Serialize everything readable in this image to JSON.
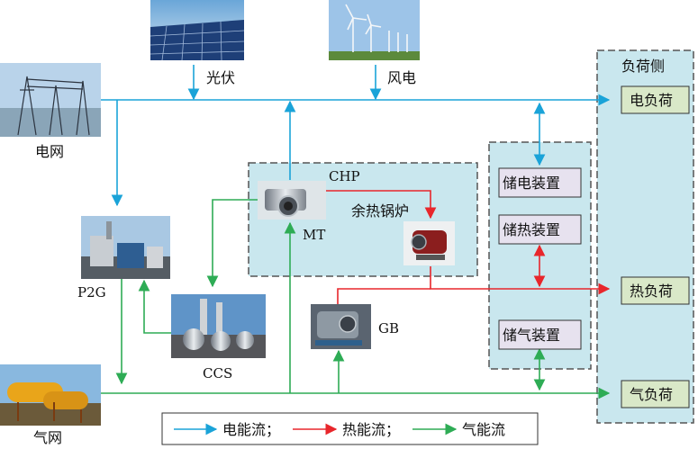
{
  "labels": {
    "pv": "光伏",
    "wind": "风电",
    "grid": "电网",
    "p2g": "P2G",
    "ccs": "CCS",
    "gas_grid": "气网",
    "chp": "CHP",
    "mt": "MT",
    "whb": "余热锅炉",
    "gb": "GB",
    "load_side": "负荷侧"
  },
  "storage": [
    {
      "id": "elec",
      "label": "储电装置"
    },
    {
      "id": "heat",
      "label": "储热装置"
    },
    {
      "id": "gas",
      "label": "储气装置"
    }
  ],
  "loads": [
    {
      "id": "elec",
      "label": "电负荷"
    },
    {
      "id": "heat",
      "label": "热负荷"
    },
    {
      "id": "gas",
      "label": "气负荷"
    }
  ],
  "legend": [
    {
      "id": "elec",
      "label": "电能流；",
      "color": "#1aa3d8"
    },
    {
      "id": "heat",
      "label": "热能流；",
      "color": "#e8262b"
    },
    {
      "id": "gas",
      "label": "气能流",
      "color": "#2eac55"
    }
  ],
  "colors": {
    "electric": "#1aa3d8",
    "heat": "#e8262b",
    "gas": "#2eac55",
    "panel_fill": "#c9e7ee",
    "load_box": "#d9e8c8"
  }
}
